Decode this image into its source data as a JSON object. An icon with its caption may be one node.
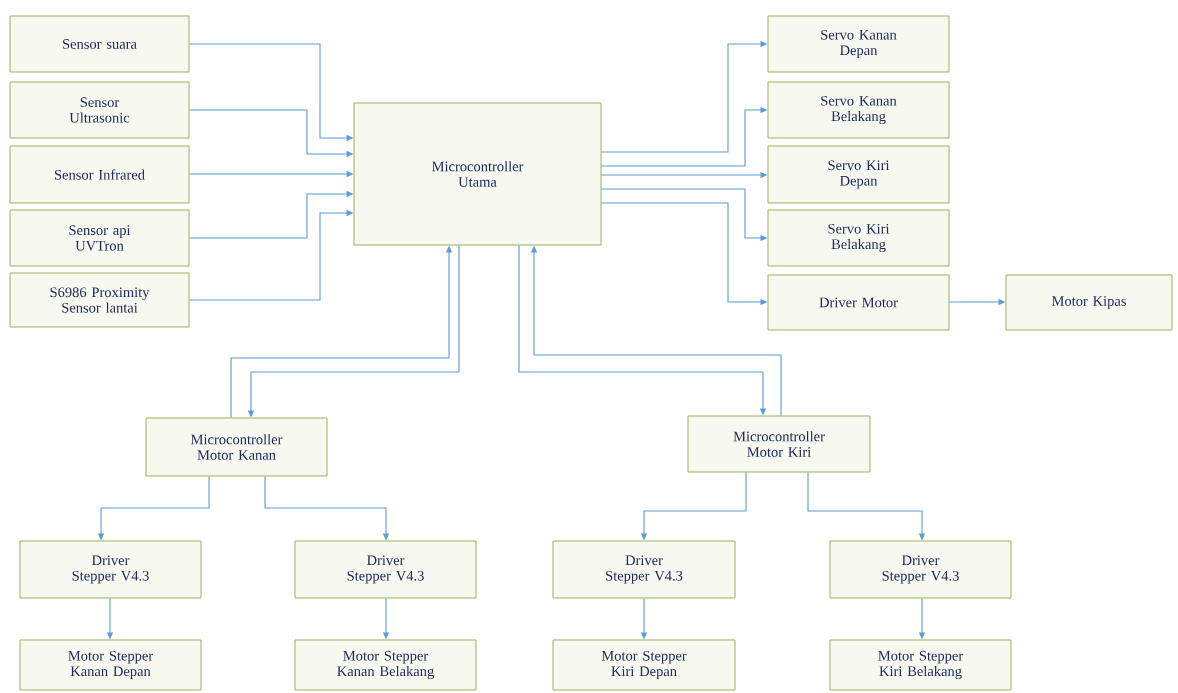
{
  "diagram": {
    "nodes": [
      {
        "text": [
          "Sensor suara"
        ]
      },
      {
        "text": [
          "Sensor Ultrasonic"
        ]
      },
      {
        "text": [
          "Sensor Infrared"
        ]
      },
      {
        "text": [
          "Sensor api UVTron"
        ]
      },
      {
        "text": [
          "S6986 Proximity Sensor lantai"
        ]
      },
      {
        "text": [
          "Microcontroller Utama"
        ]
      },
      {
        "text": [
          "Servo Kanan Depan"
        ]
      },
      {
        "text": [
          "Servo Kanan Belakang"
        ]
      },
      {
        "text": [
          "Servo Kiri Depan"
        ]
      },
      {
        "text": [
          "Servo Kiri Belakang"
        ]
      },
      {
        "text": [
          "Driver Motor"
        ]
      },
      {
        "text": [
          "Motor Kipas"
        ]
      },
      {
        "text": [
          "Microcontroller Motor Kanan"
        ]
      },
      {
        "text": [
          "Microcontroller Motor Kiri"
        ]
      },
      {
        "text": [
          "Driver Stepper V4.3"
        ]
      },
      {
        "text": [
          "Driver Stepper V4.3"
        ]
      },
      {
        "text": [
          "Driver Stepper V4.3"
        ]
      },
      {
        "text": [
          "Driver Stepper V4.3"
        ]
      },
      {
        "text": [
          "Motor Stepper Kanan Depan"
        ]
      },
      {
        "text": [
          "Motor Stepper Kanan Belakang"
        ]
      },
      {
        "text": [
          "Motor Stepper Kiri Depan"
        ]
      },
      {
        "text": [
          "Motor Stepper Kiri Belakang"
        ]
      }
    ],
    "edges": [
      {
        "from": 0,
        "to": 5,
        "arrow": "to"
      },
      {
        "from": 1,
        "to": 5,
        "arrow": "to"
      },
      {
        "from": 2,
        "to": 5,
        "arrow": "to"
      },
      {
        "from": 3,
        "to": 5,
        "arrow": "to"
      },
      {
        "from": 4,
        "to": 5,
        "arrow": "to"
      },
      {
        "from": 5,
        "to": 6,
        "arrow": "to"
      },
      {
        "from": 5,
        "to": 7,
        "arrow": "to"
      },
      {
        "from": 5,
        "to": 8,
        "arrow": "to"
      },
      {
        "from": 5,
        "to": 9,
        "arrow": "to"
      },
      {
        "from": 5,
        "to": 10,
        "arrow": "to"
      },
      {
        "from": 10,
        "to": 11,
        "arrow": "to"
      },
      {
        "from": 12,
        "to": 5,
        "arrow": "to"
      },
      {
        "from": 5,
        "to": 12,
        "arrow": "to"
      },
      {
        "from": 13,
        "to": 5,
        "arrow": "to"
      },
      {
        "from": 5,
        "to": 13,
        "arrow": "to"
      },
      {
        "from": 12,
        "to": 14,
        "arrow": "to"
      },
      {
        "from": 12,
        "to": 15,
        "arrow": "to"
      },
      {
        "from": 13,
        "to": 16,
        "arrow": "to"
      },
      {
        "from": 13,
        "to": 17,
        "arrow": "to"
      },
      {
        "from": 14,
        "to": 18,
        "arrow": "to"
      },
      {
        "from": 15,
        "to": 19,
        "arrow": "to"
      },
      {
        "from": 16,
        "to": 20,
        "arrow": "to"
      },
      {
        "from": 17,
        "to": 21,
        "arrow": "to"
      }
    ]
  }
}
